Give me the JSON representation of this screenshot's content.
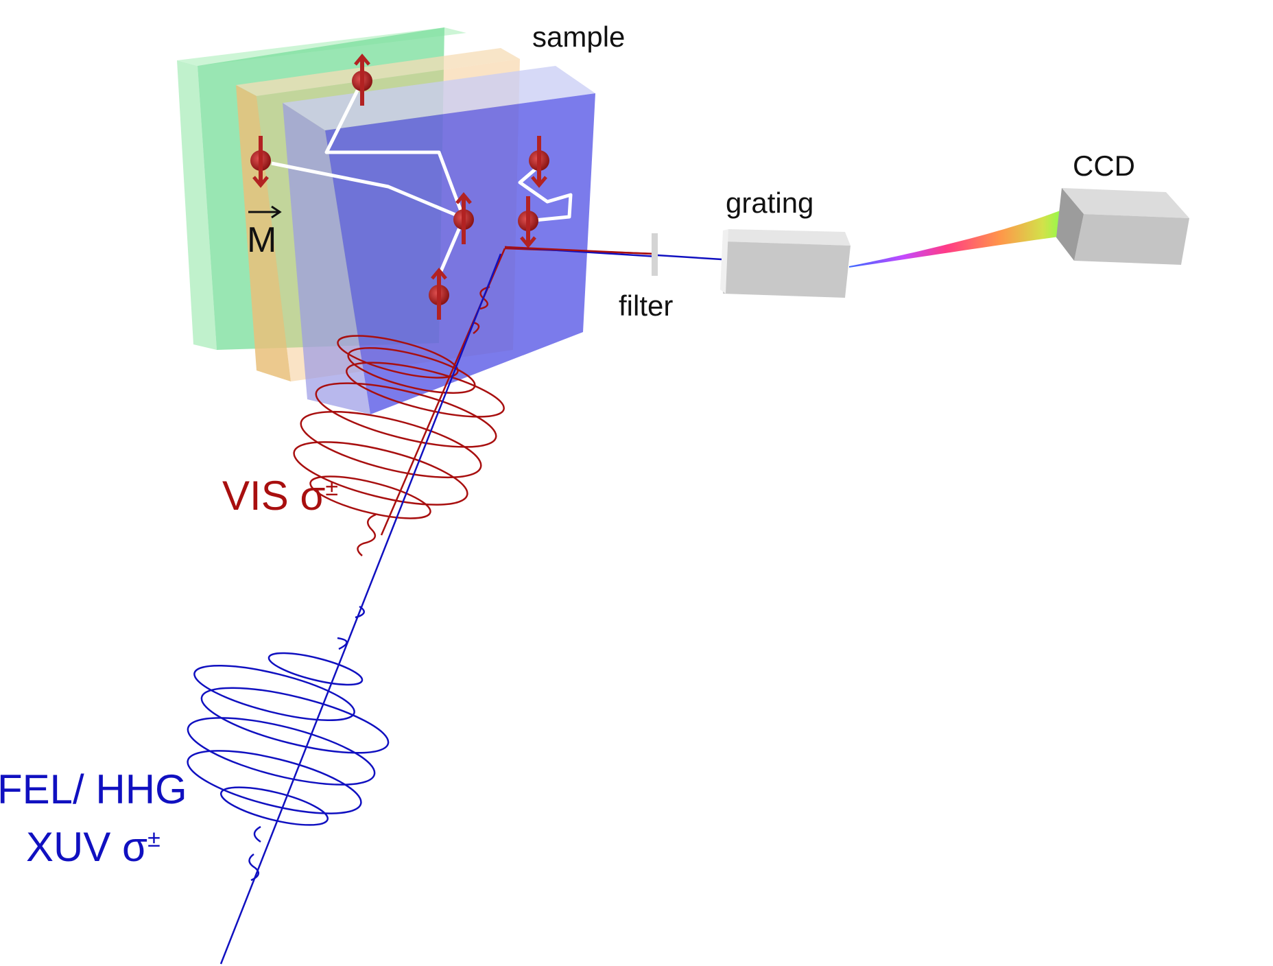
{
  "labels": {
    "sample": "sample",
    "ccd": "CCD",
    "grating": "grating",
    "filter": "filter",
    "magnetization": "M",
    "vis_line1": "VIS σ",
    "vis_sup": "±",
    "xuv_line1": "FEL/ HHG",
    "xuv_line2": "XUV σ",
    "xuv_sup": "±"
  },
  "colors": {
    "vis": "#a80f0f",
    "xuv": "#1010c0",
    "text": "#111111",
    "layer_green": "#7fe0a0",
    "layer_orange": "#f3c07f",
    "layer_blue": "#5a5ae6",
    "spin": "#b22222"
  },
  "spins": [
    {
      "id": "top",
      "dir": "up"
    },
    {
      "id": "left",
      "dir": "down"
    },
    {
      "id": "right-top",
      "dir": "down"
    },
    {
      "id": "center",
      "dir": "up"
    },
    {
      "id": "right-mid",
      "dir": "down"
    },
    {
      "id": "bottom",
      "dir": "up"
    }
  ]
}
